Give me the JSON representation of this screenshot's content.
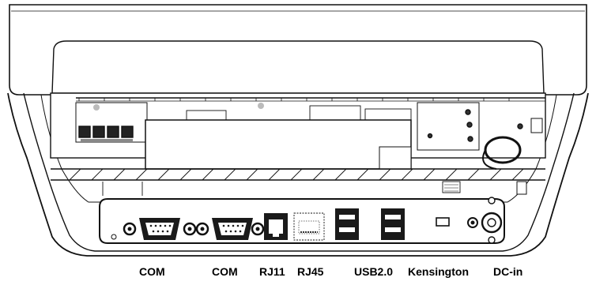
{
  "labels": {
    "com_1": "COM",
    "com_2": "COM",
    "rj11": "RJ11",
    "rj45": "RJ45",
    "usb": "USB2.0",
    "kensington": "Kensington",
    "dc_in": "DC-in"
  },
  "colors": {
    "line": "#111111",
    "panel_fill": "#ffffff",
    "port_panel": "#ffffff",
    "port_fill": "#1a1a1a",
    "pin_fill": "#ffffff",
    "board_gray": "#bdbdbd"
  }
}
